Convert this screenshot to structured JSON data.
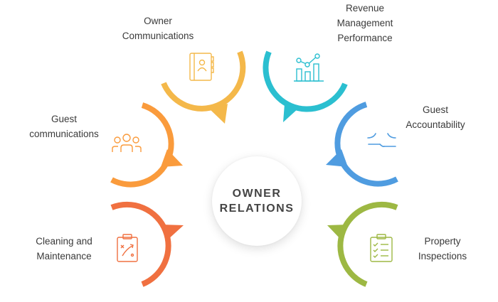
{
  "center": {
    "line1": "OWNER",
    "line2": "RELATIONS"
  },
  "nodes": [
    {
      "id": "owner-communications",
      "lines": [
        "Owner",
        "Communications"
      ],
      "color": "#F4B84A",
      "icon": "address-book-icon"
    },
    {
      "id": "revenue-management-performance",
      "lines": [
        "Revenue",
        "Management",
        "Performance"
      ],
      "color": "#2BBFD0",
      "icon": "bar-chart-trend-icon"
    },
    {
      "id": "guest-communications",
      "lines": [
        "Guest",
        "communications"
      ],
      "color": "#FA9B3C",
      "icon": "people-group-icon"
    },
    {
      "id": "guest-accountability",
      "lines": [
        "Guest",
        "Accountability"
      ],
      "color": "#4F9CE0",
      "icon": "face-neutral-icon"
    },
    {
      "id": "cleaning-and-maintenance",
      "lines": [
        "Cleaning and",
        "Maintenance"
      ],
      "color": "#F07040",
      "icon": "clipboard-plan-icon"
    },
    {
      "id": "property-inspections",
      "lines": [
        "Property",
        "Inspections"
      ],
      "color": "#9DB843",
      "icon": "checklist-icon"
    }
  ]
}
